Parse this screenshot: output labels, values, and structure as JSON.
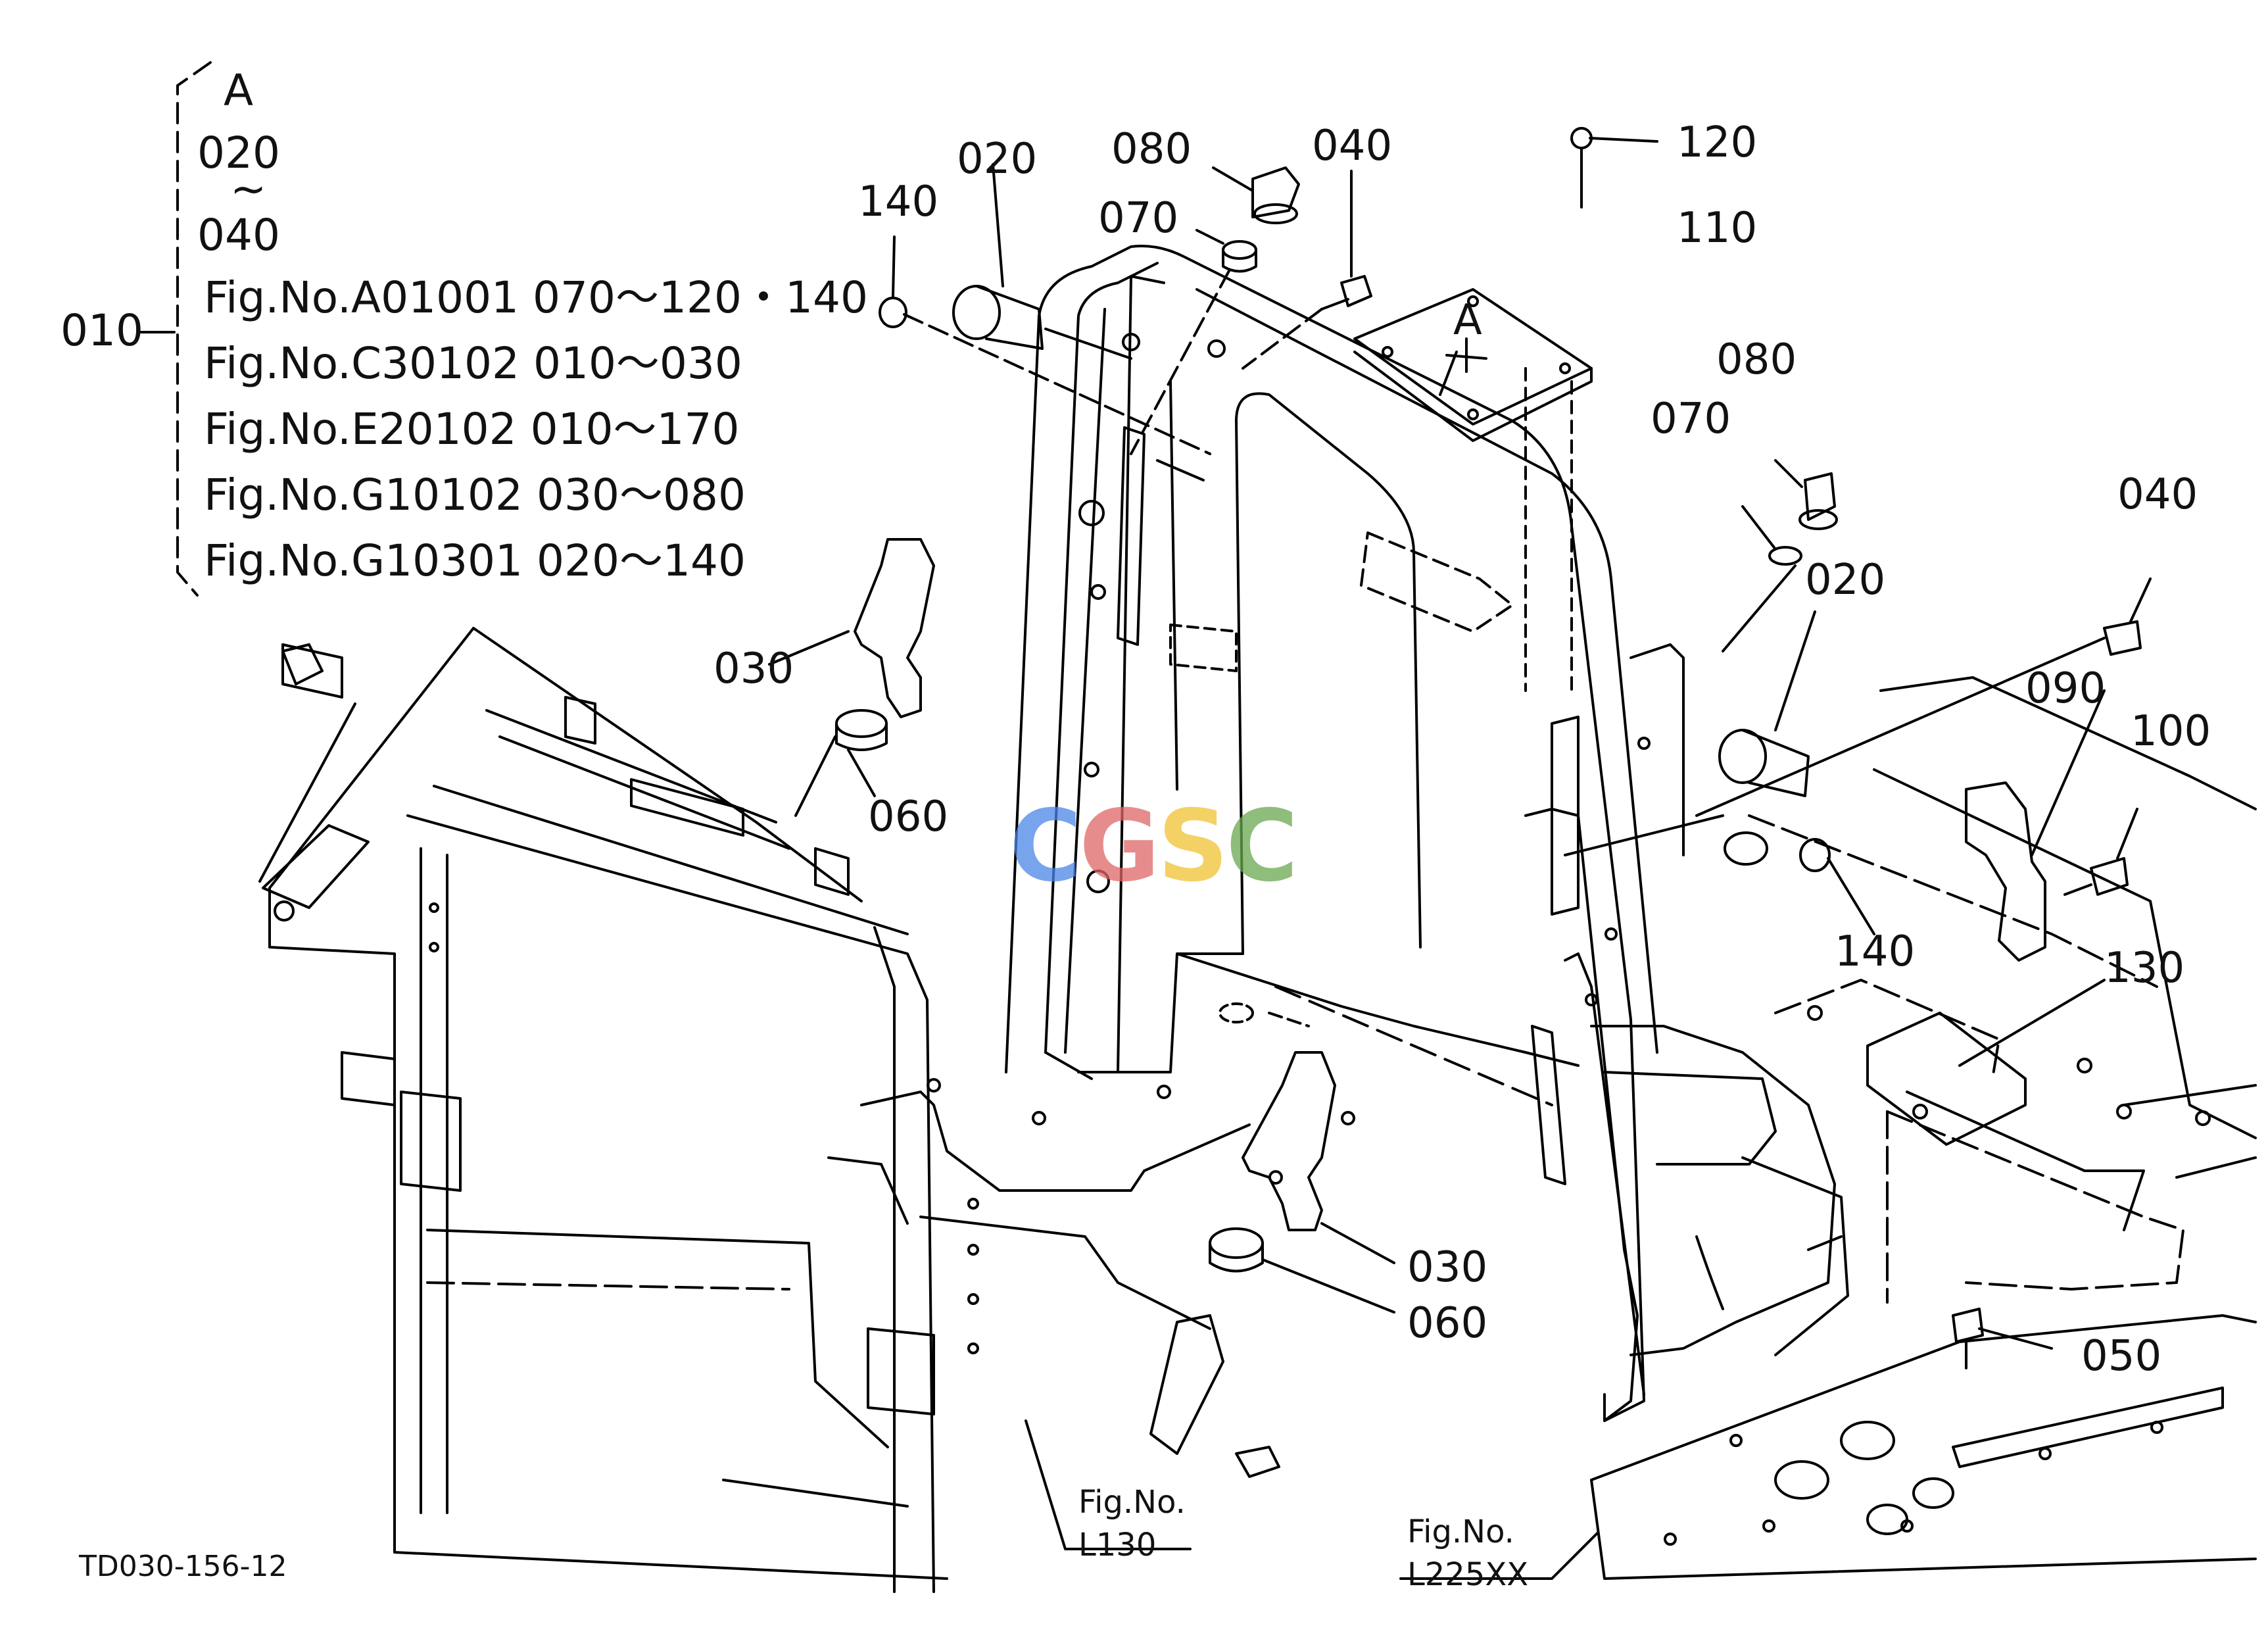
{
  "legend": {
    "parent": "010",
    "items": [
      "A",
      "020",
      "~",
      "040",
      "Fig.No.A01001  070～120・140",
      "Fig.No.C30102  010～030",
      "Fig.No.E20102  010～170",
      "Fig.No.G10102  030～080",
      "Fig.No.G10301  020～140"
    ]
  },
  "callouts": {
    "c020_top": "020",
    "c140_top": "140",
    "c080_top": "080",
    "c070_top": "070",
    "c040_top": "040",
    "c120": "120",
    "c110": "110",
    "cA": "A",
    "c080_right": "080",
    "c070_right": "070",
    "c020_right": "020",
    "c040_right": "040",
    "c090": "090",
    "c100": "100",
    "c140_right": "140",
    "c130": "130",
    "c030_left": "030",
    "c060_left": "060",
    "c030_bottom": "030",
    "c060_bottom": "060",
    "c050": "050"
  },
  "refs": {
    "l130_line1": "Fig.No.",
    "l130_line2": "L130",
    "l225_line1": "Fig.No.",
    "l225_line2": "L225XX"
  },
  "drawing_code": "TD030-156-12",
  "watermark": {
    "letters": [
      "C",
      "G",
      "S",
      "C"
    ],
    "colors": [
      "#4a86e8",
      "#e06666",
      "#f1c232",
      "#6aa84f"
    ]
  }
}
